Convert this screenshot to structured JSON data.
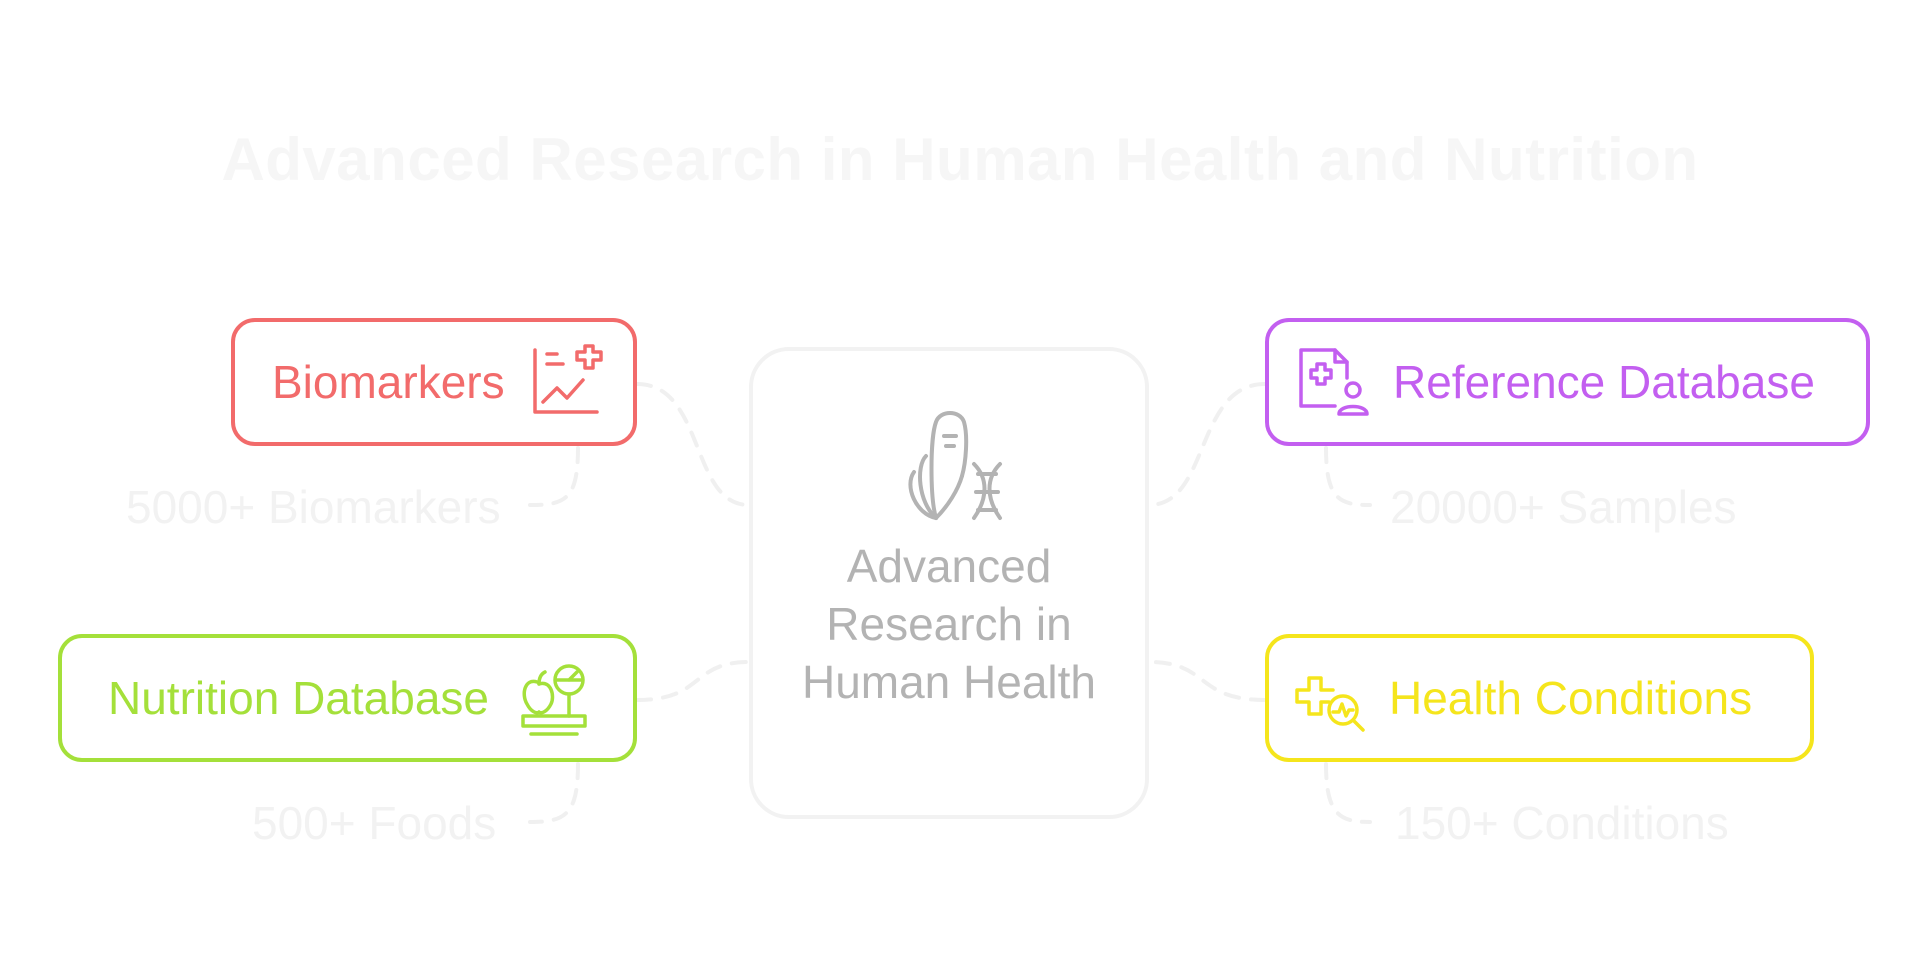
{
  "title": "Advanced Research in Human Health and Nutrition",
  "center": {
    "label": "Advanced Research in Human Health",
    "icon": "corn-dna-icon"
  },
  "nodes": {
    "biomarkers": {
      "label": "Biomarkers",
      "stat": "5000+ Biomarkers",
      "color": "#f26b6b",
      "icon": "chart-plus-icon"
    },
    "reference": {
      "label": "Reference Database",
      "stat": "20000+ Samples",
      "color": "#c35ff0",
      "icon": "medical-file-person-icon"
    },
    "nutrition": {
      "label": "Nutrition Database",
      "stat": "500+ Foods",
      "color": "#a4e03a",
      "icon": "apple-scale-icon"
    },
    "health": {
      "label": "Health Conditions",
      "stat": "150+ Conditions",
      "color": "#f5e51c",
      "icon": "medical-cross-search-icon"
    }
  },
  "colors": {
    "title": "#f6f6f6",
    "center": "#b3b3b3",
    "connector": "#f0f0f0",
    "stat": "#f2f2f2"
  }
}
